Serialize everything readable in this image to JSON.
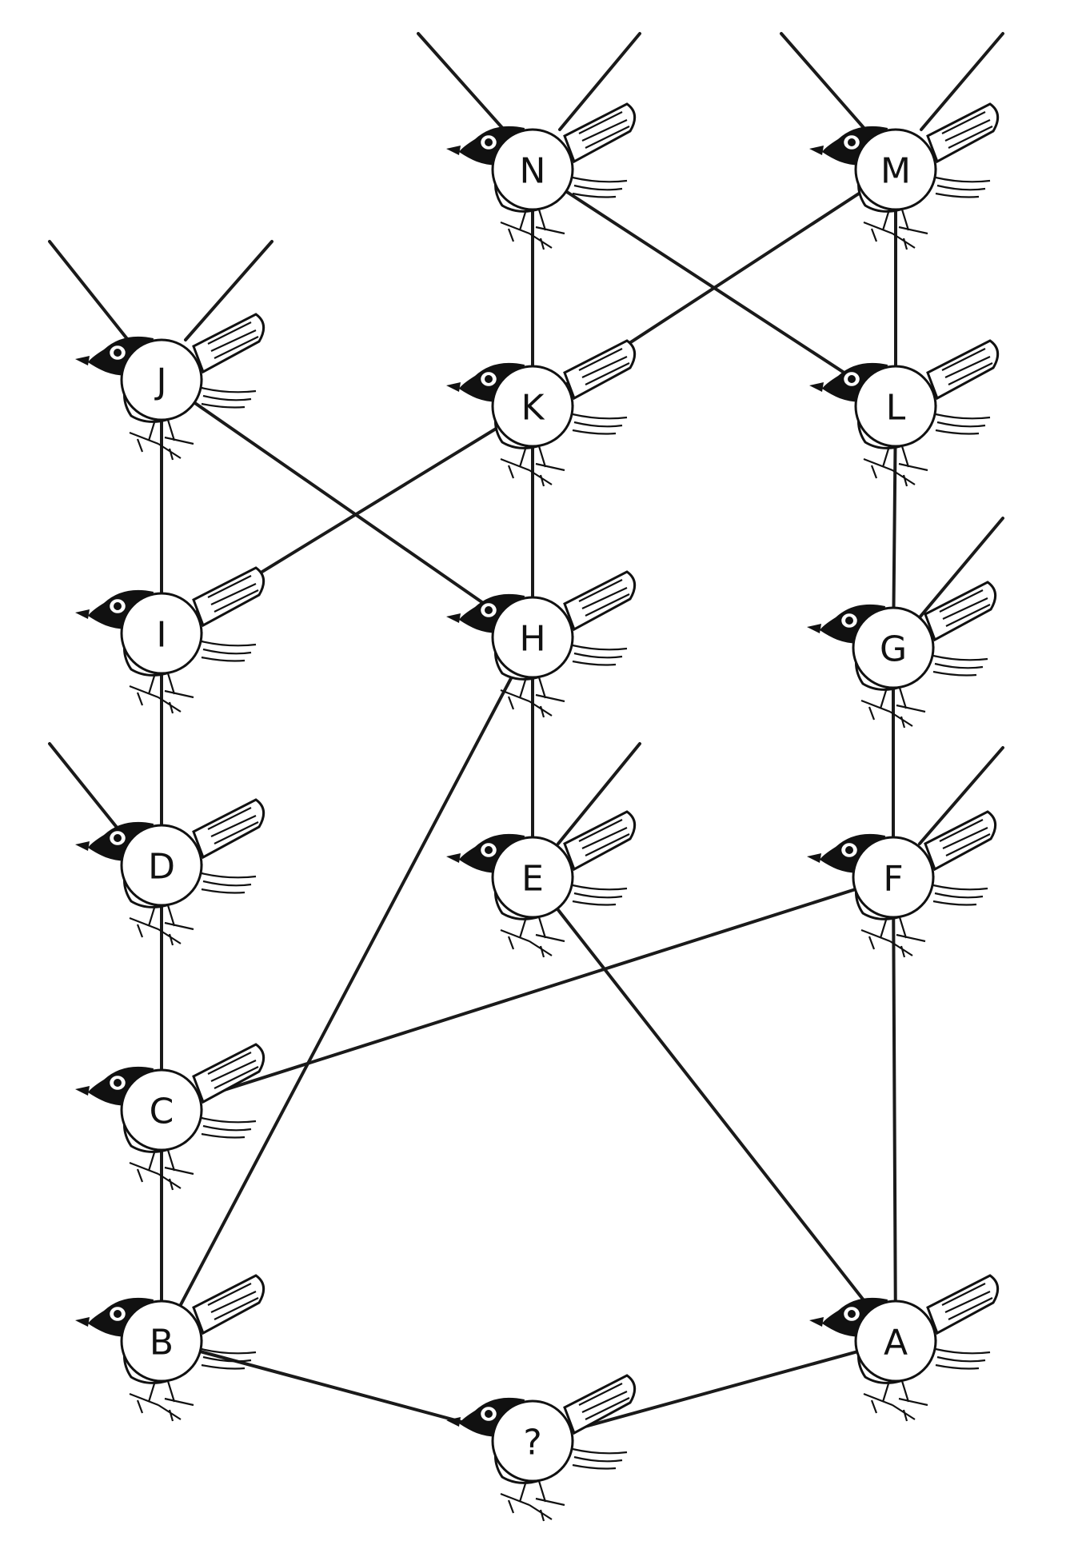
{
  "diagram": {
    "nodes": [
      {
        "id": "N",
        "label": "N"
      },
      {
        "id": "M",
        "label": "M"
      },
      {
        "id": "J",
        "label": "J"
      },
      {
        "id": "K",
        "label": "K"
      },
      {
        "id": "L",
        "label": "L"
      },
      {
        "id": "I",
        "label": "I"
      },
      {
        "id": "H",
        "label": "H"
      },
      {
        "id": "G",
        "label": "G"
      },
      {
        "id": "D",
        "label": "D"
      },
      {
        "id": "E",
        "label": "E"
      },
      {
        "id": "F",
        "label": "F"
      },
      {
        "id": "C",
        "label": "C"
      },
      {
        "id": "B",
        "label": "B"
      },
      {
        "id": "A",
        "label": "A"
      },
      {
        "id": "Q",
        "label": "?"
      }
    ],
    "edges": [
      [
        "N",
        "K"
      ],
      [
        "N",
        "L"
      ],
      [
        "M",
        "K"
      ],
      [
        "M",
        "L"
      ],
      [
        "J",
        "I"
      ],
      [
        "J",
        "H"
      ],
      [
        "K",
        "I"
      ],
      [
        "K",
        "H"
      ],
      [
        "L",
        "G"
      ],
      [
        "I",
        "D"
      ],
      [
        "H",
        "E"
      ],
      [
        "H",
        "B"
      ],
      [
        "G",
        "F"
      ],
      [
        "D",
        "C"
      ],
      [
        "C",
        "B"
      ],
      [
        "C",
        "F"
      ],
      [
        "E",
        "A"
      ],
      [
        "F",
        "A"
      ],
      [
        "B",
        "Q"
      ],
      [
        "A",
        "Q"
      ]
    ]
  }
}
